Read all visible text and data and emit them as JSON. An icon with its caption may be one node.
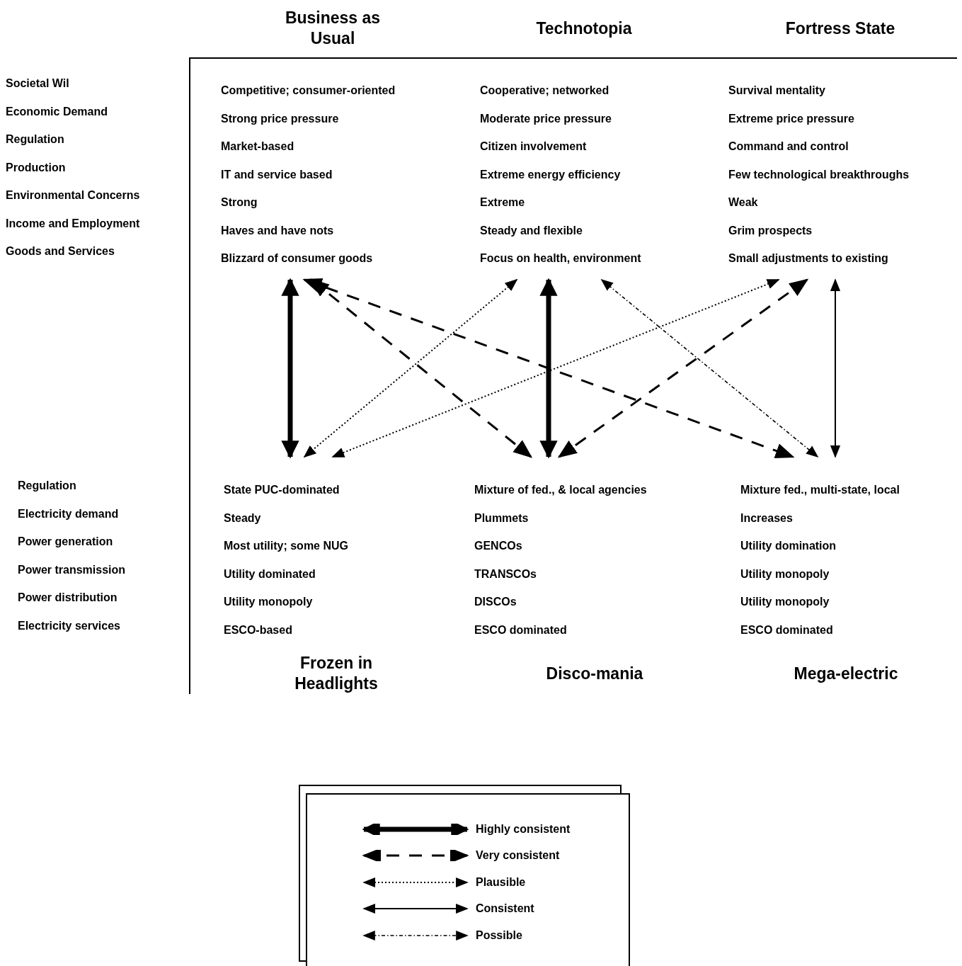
{
  "diagram": {
    "nodes": [
      {
        "text": [
          "Business as Usual",
          "Competitive; consumer-oriented",
          "Strong price pressure",
          "Market-based",
          "IT and service based",
          "Strong",
          "Haves and have nots",
          "Blizzard of consumer goods"
        ]
      },
      {
        "text": [
          "Technotopia",
          "Cooperative; networked",
          "Moderate price pressure",
          "Citizen involvement",
          "Extreme energy efficiency",
          "Extreme",
          "Steady and flexible",
          "Focus on health, environment"
        ]
      },
      {
        "text": [
          "Fortress State",
          "Survival mentality",
          "Extreme price pressure",
          "Command and control",
          "Few technological breakthroughs",
          "Weak",
          "Grim prospects",
          "Small adjustments to existing"
        ]
      },
      {
        "text": [
          "State PUC-dominated",
          "Steady",
          "Most utility; some NUG",
          "Utility dominated",
          "Utility monopoly",
          "ESCO-based",
          "Frozen in Headlights"
        ]
      },
      {
        "text": [
          "Mixture of fed., & local agencies",
          "Plummets",
          "GENCOs",
          "TRANSCOs",
          "DISCOs",
          "ESCO dominated",
          "Disco-mania"
        ]
      },
      {
        "text": [
          "Mixture fed., multi-state, local",
          "Increases",
          "Utility domination",
          "Utility monopoly",
          "Utility monopoly",
          "ESCO dominated",
          "Mega-electric"
        ]
      }
    ],
    "edges": [
      {
        "from": 0,
        "to": 3,
        "arrow": "both",
        "style": "thick"
      },
      {
        "from": 0,
        "to": 5,
        "arrow": "both",
        "style": "dashed"
      },
      {
        "from": 0,
        "to": 4,
        "arrow": "both",
        "style": "dashed"
      },
      {
        "from": 1,
        "to": 3,
        "arrow": "both",
        "style": "dashed"
      },
      {
        "from": 1,
        "to": 4,
        "arrow": "both",
        "style": "thick"
      },
      {
        "from": 1,
        "to": 5,
        "arrow": "both",
        "style": "dashed"
      },
      {
        "from": 2,
        "to": 3,
        "arrow": "both",
        "style": "dashed"
      },
      {
        "from": 2,
        "to": 4,
        "arrow": "both",
        "style": "dashed"
      },
      {
        "from": 2,
        "to": 5,
        "arrow": "both"
      }
    ],
    "labels": [
      "Societal Wil",
      "Economic Demand",
      "Regulation",
      "Production",
      "Environmental Concerns",
      "Income and Employment",
      "Goods and Services",
      "Regulation",
      "Electricity demand",
      "Power generation",
      "Power transmission",
      "Power distribution",
      "Electricity services"
    ],
    "legend": [
      {
        "text": "Highly consistent"
      },
      {
        "text": "Very consistent"
      },
      {
        "text": "Plausible"
      },
      {
        "text": "Consistent"
      },
      {
        "text": "Possible"
      }
    ]
  }
}
